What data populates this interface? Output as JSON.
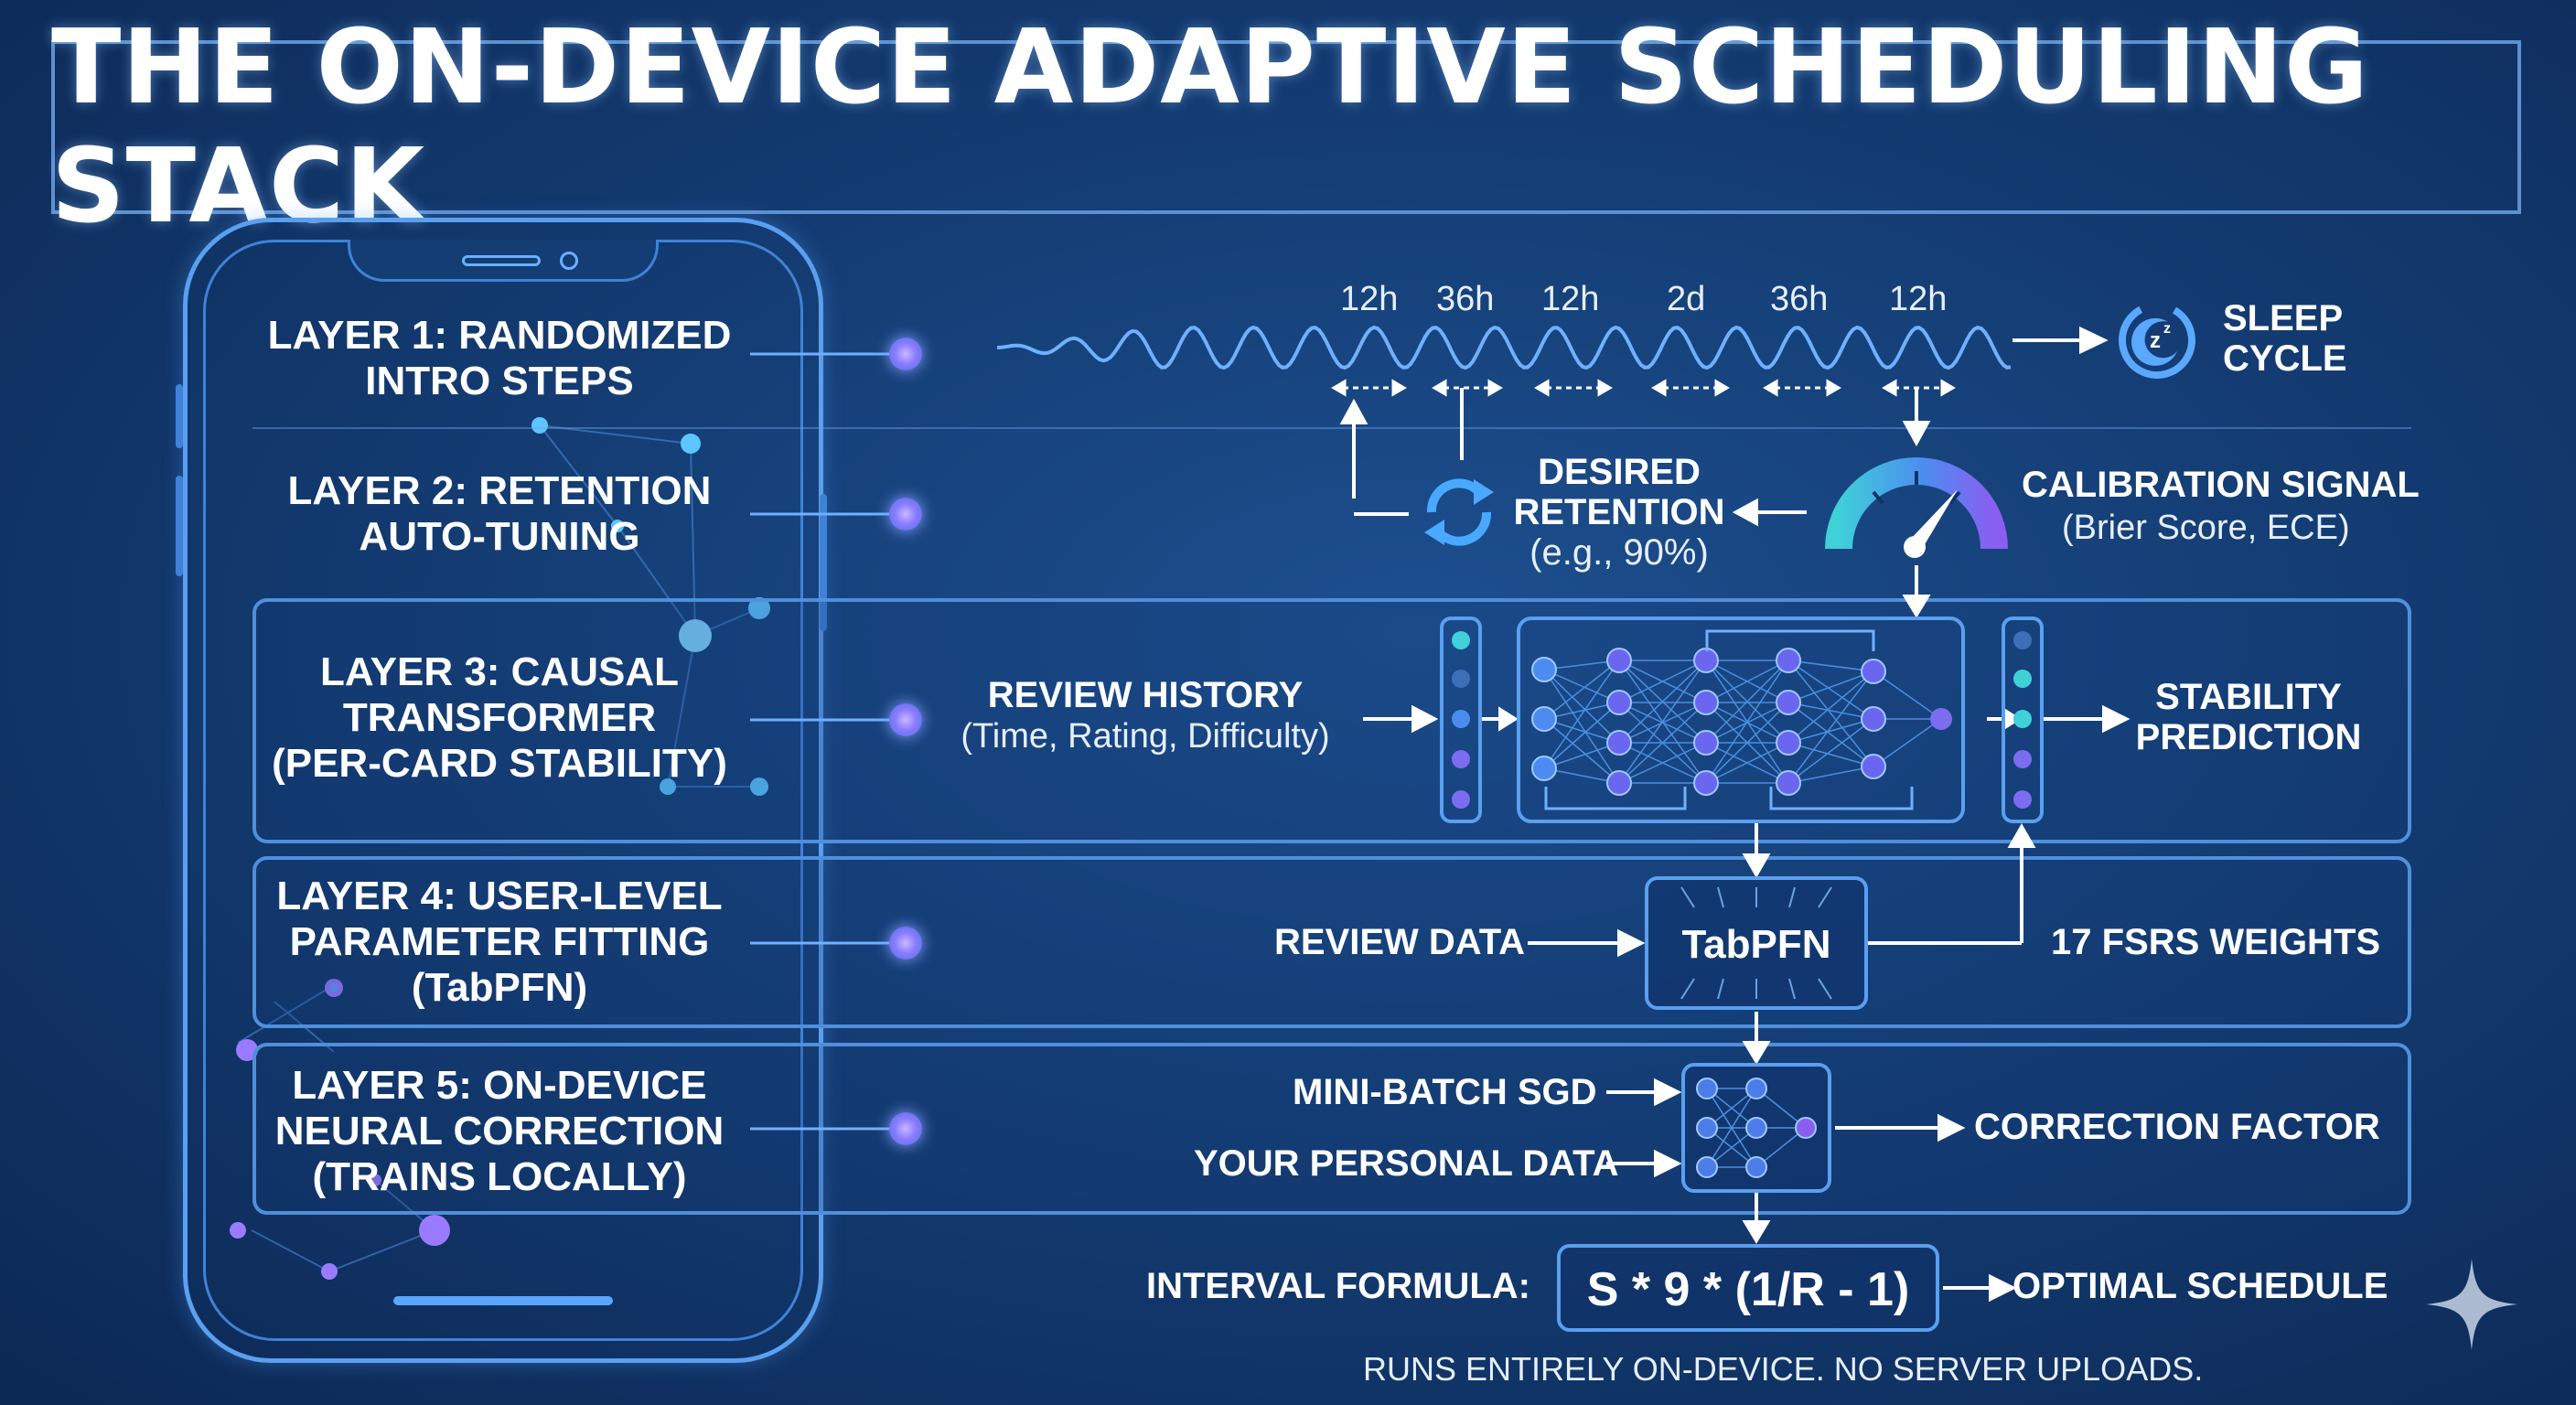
{
  "title": "THE ON-DEVICE ADAPTIVE SCHEDULING STACK",
  "layers": [
    {
      "line1": "LAYER 1: RANDOMIZED",
      "line2": "INTRO STEPS",
      "line3": ""
    },
    {
      "line1": "LAYER 2: RETENTION",
      "line2": "AUTO-TUNING",
      "line3": ""
    },
    {
      "line1": "LAYER 3: CAUSAL",
      "line2": "TRANSFORMER",
      "line3": "(PER-CARD STABILITY)"
    },
    {
      "line1": "LAYER 4: USER-LEVEL",
      "line2": "PARAMETER FITTING",
      "line3": "(TabPFN)"
    },
    {
      "line1": "LAYER 5: ON-DEVICE",
      "line2": "NEURAL CORRECTION",
      "line3": "(TRAINS LOCALLY)"
    }
  ],
  "intervals": [
    "12h",
    "36h",
    "12h",
    "2d",
    "36h",
    "12h"
  ],
  "sleep_cycle": {
    "line1": "SLEEP",
    "line2": "CYCLE",
    "icon": "moon-sleep-icon"
  },
  "desired_retention": {
    "line1": "DESIRED",
    "line2": "RETENTION",
    "line3": "(e.g., 90%)",
    "icon": "refresh-cycle-icon"
  },
  "calibration": {
    "title": "CALIBRATION SIGNAL",
    "subtitle": "(Brier Score, ECE)",
    "icon": "gauge-icon"
  },
  "review_history": {
    "title": "REVIEW HISTORY",
    "subtitle": "(Time, Rating, Difficulty)"
  },
  "stability_prediction": {
    "line1": "STABILITY",
    "line2": "PREDICTION"
  },
  "review_data": "REVIEW DATA",
  "tabpfn": "TabPFN",
  "fsrs_weights": "17 FSRS WEIGHTS",
  "mini_batch": "MINI-BATCH SGD",
  "personal_data": "YOUR PERSONAL DATA",
  "correction_factor": "CORRECTION FACTOR",
  "interval_formula": {
    "label": "INTERVAL FORMULA:",
    "formula": "S * 9 * (1/R - 1)",
    "result": "OPTIMAL SCHEDULE"
  },
  "footer": "RUNS ENTIRELY ON-DEVICE. NO SERVER UPLOADS.",
  "colors": {
    "accent": "#5a9ff0",
    "node": "#7b6cf0",
    "teal": "#3fd0d8",
    "background": "#143d74"
  }
}
